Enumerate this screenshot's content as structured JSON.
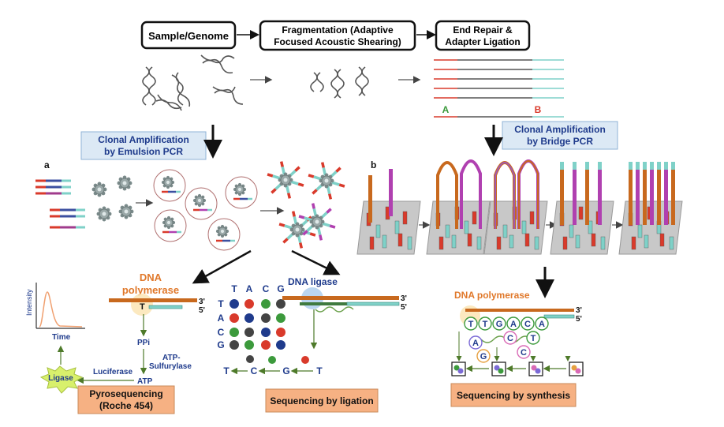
{
  "pipeline": {
    "step1": "Sample/Genome",
    "step2_line1": "Fragmentation (Adaptive",
    "step2_line2": "Focused Acoustic Shearing)",
    "step3_line1": "End Repair &",
    "step3_line2": "Adapter Ligation",
    "adapter_a": "A",
    "adapter_b": "B"
  },
  "amplification": {
    "emulsion_line1": "Clonal Amplification",
    "emulsion_line2": "by Emulsion PCR",
    "bridge_line1": "Clonal Amplification",
    "bridge_line2": "by Bridge PCR",
    "panel_a": "a",
    "panel_b": "b"
  },
  "pyrosequencing": {
    "enzyme_line1": "DNA",
    "enzyme_line2": "polymerase",
    "base_t": "T",
    "end3": "3'",
    "end5": "5'",
    "ppi": "PPi",
    "sulfurylase_line1": "ATP-",
    "sulfurylase_line2": "Sulfurylase",
    "luciferase": "Luciferase",
    "atp": "ATP",
    "ligase": "Ligase",
    "y_axis": "Intensity",
    "x_axis": "Time",
    "title_line1": "Pyrosequencing",
    "title_line2": "(Roche 454)"
  },
  "ligation": {
    "enzyme": "DNA ligase",
    "col_headers": [
      "T",
      "A",
      "C",
      "G"
    ],
    "row_headers": [
      "T",
      "A",
      "C",
      "G"
    ],
    "end3": "3'",
    "end5": "5'",
    "read_bases": [
      "T",
      "C",
      "G",
      "T"
    ],
    "title": "Sequencing by ligation"
  },
  "synthesis": {
    "enzyme": "DNA polymerase",
    "end3": "3'",
    "end5": "5'",
    "strand_bases": [
      "T",
      "T",
      "G",
      "A",
      "C",
      "A"
    ],
    "free_bases": [
      "A",
      "C",
      "G",
      "C",
      "T"
    ],
    "title": "Sequencing by synthesis"
  },
  "colors": {
    "blue_text": "#1f3b8c",
    "orange_text": "#e0782a",
    "strand_orange": "#c8691e",
    "adapter_teal": "#7fd1c8",
    "red": "#d93a2b",
    "magenta": "#b040b0",
    "label_box": "#f6b183",
    "amp_box": "#dce9f5",
    "plate": "#c8c8c8"
  }
}
